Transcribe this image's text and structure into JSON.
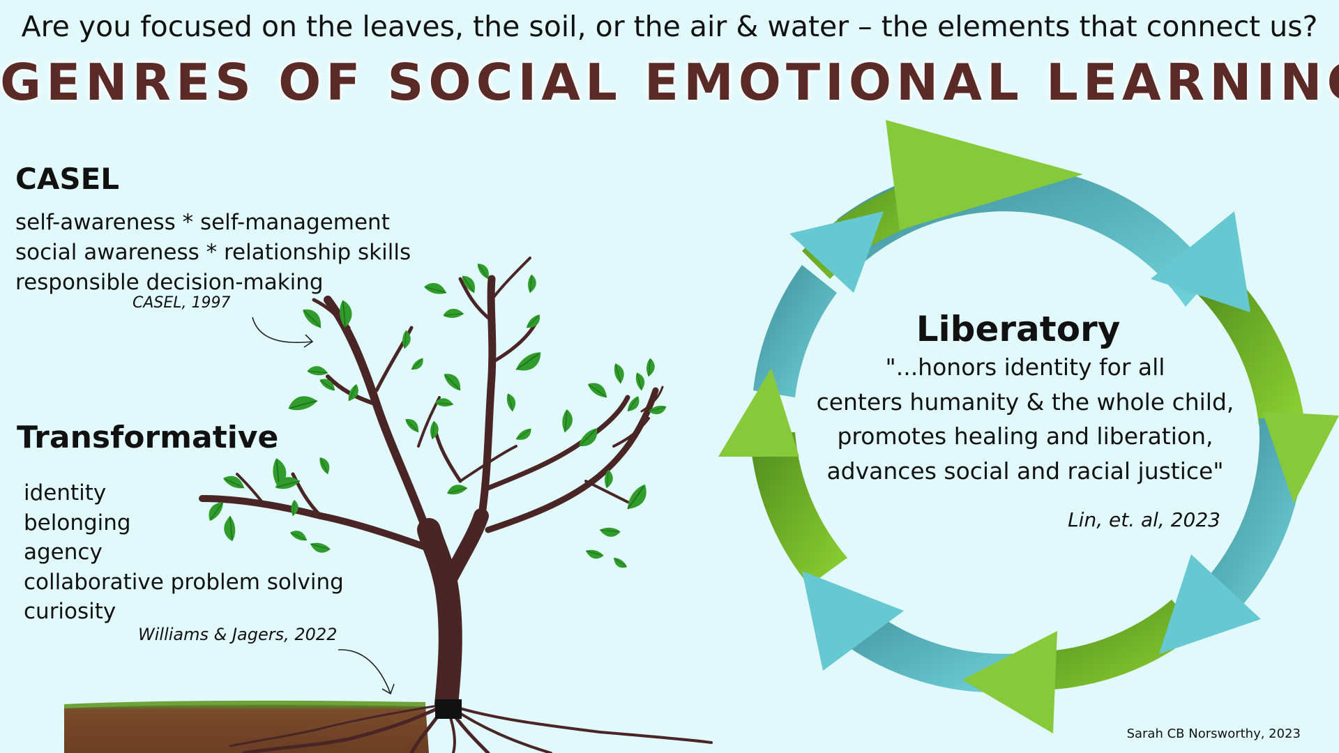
{
  "header": {
    "question": "Are you focused on the leaves, the soil, or the  air & water – the elements that connect us?",
    "title": "GENRES OF SOCIAL EMOTIONAL LEARNING"
  },
  "casel": {
    "title": "CASEL",
    "lines": [
      "self-awareness  *  self-management",
      "social awareness * relationship skills",
      "responsible decision-making"
    ],
    "citation": "CASEL, 1997"
  },
  "transformative": {
    "title": "Transformative",
    "items": [
      "identity",
      "belonging",
      "agency",
      "collaborative problem solving",
      "curiosity"
    ],
    "citation": "Williams & Jagers, 2022"
  },
  "liberatory": {
    "title": "Liberatory",
    "quote_lines": [
      "\"...honors identity for all",
      "centers humanity & the whole child,",
      "promotes healing and liberation,",
      "advances social and racial justice\""
    ],
    "citation": "Lin, et. al, 2023"
  },
  "credit": "Sarah CB Norsworthy, 2023",
  "colors": {
    "background": "#e2f9fb",
    "title": "#5a2a26",
    "arrow_green": "#7ab730",
    "arrow_teal": "#6ccfd6",
    "leaf": "#2e9a2a",
    "trunk": "#4a2526",
    "soil": "#7a4a2e",
    "grass": "#5a8a2a"
  },
  "icons": [
    "tree-illustration",
    "cycle-arrows-graphic",
    "curved-pointer-arrow-icon"
  ]
}
